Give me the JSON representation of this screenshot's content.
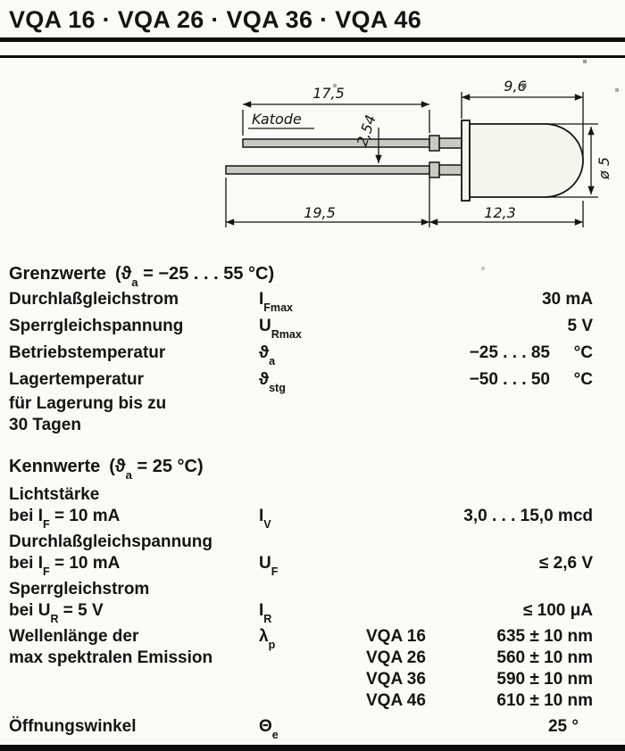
{
  "colors": {
    "paper": "#fafaf6",
    "ink": "#141414"
  },
  "title": "VQA 16 · VQA 26 · VQA 36 · VQA 46",
  "drawing": {
    "katode_label": "Katode",
    "dim_lead_top": "17,5",
    "dim_body_top": "9,6",
    "dim_pitch": "2,54",
    "dim_lead_bottom": "19,5",
    "dim_body_bottom": "12,3",
    "dim_diameter": "ø 5"
  },
  "grenzwerte": {
    "heading": "Grenzwerte",
    "cond_pre": "(ϑ",
    "cond_sub": "a",
    "cond_post": " = −25 . . . 55 °C)",
    "rows": {
      "if_max": {
        "label": "Durchlaßgleichstrom",
        "sym": "I",
        "sub": "Fmax",
        "value": "30 mA"
      },
      "ur_max": {
        "label": "Sperrgleichspannung",
        "sym": "U",
        "sub": "Rmax",
        "value": "5 V"
      },
      "t_op": {
        "label": "Betriebstemperatur",
        "sym": "ϑ",
        "sub": "a",
        "value": "−25 . . . 85",
        "unit": "°C"
      },
      "t_stg": {
        "label": "Lagertemperatur",
        "sym": "ϑ",
        "sub": "stg",
        "value": "−50 . . . 50",
        "unit": "°C",
        "note_line1": "für Lagerung bis zu",
        "note_line2": "30 Tagen"
      }
    }
  },
  "kennwerte": {
    "heading": "Kennwerte",
    "cond_pre": "(ϑ",
    "cond_sub": "a",
    "cond_post": " = 25 °C)",
    "rows": {
      "iv": {
        "l1": "Lichtstärke",
        "l2_pre": "bei I",
        "l2_sub": "F",
        "l2_post": " = 10 mA",
        "sym": "I",
        "sub": "V",
        "value": "3,0 . . . 15,0 mcd"
      },
      "uf": {
        "l1": "Durchlaßgleichspannung",
        "l2_pre": "bei I",
        "l2_sub": "F",
        "l2_post": " = 10 mA",
        "sym": "U",
        "sub": "F",
        "value": "≤ 2,6 V"
      },
      "ir": {
        "l1": "Sperrgleichstrom",
        "l2_pre": "bei U",
        "l2_sub": "R",
        "l2_post": " = 5 V",
        "sym": "I",
        "sub": "R",
        "value": "≤ 100 μA"
      },
      "lambda": {
        "l1": "Wellenlänge der",
        "l2": "max spektralen Emission",
        "sym": "λ",
        "sub": "p",
        "variants": [
          {
            "name": "VQA 16",
            "value": "635 ± 10 nm"
          },
          {
            "name": "VQA 26",
            "value": "560 ± 10 nm"
          },
          {
            "name": "VQA 36",
            "value": "590 ± 10 nm"
          },
          {
            "name": "VQA 46",
            "value": "610 ± 10 nm"
          }
        ]
      },
      "theta": {
        "label": "Öffnungswinkel",
        "sym": "Θ",
        "sub": "e",
        "value": "25 °"
      }
    }
  }
}
